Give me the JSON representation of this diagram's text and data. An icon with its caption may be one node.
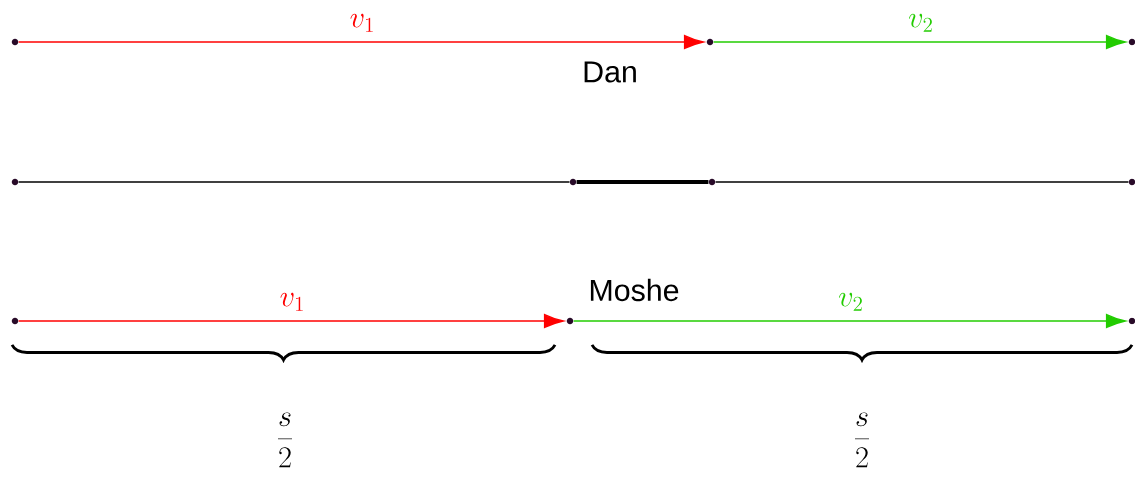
{
  "diagram": {
    "nodes": [
      {
        "text": [],
        "shape": "circle"
      },
      {
        "text": [],
        "shape": "circle"
      },
      {
        "text": [],
        "shape": "circle"
      },
      {
        "text": [],
        "shape": "circle"
      },
      {
        "text": [],
        "shape": "circle"
      },
      {
        "text": [],
        "shape": "circle"
      },
      {
        "text": [],
        "shape": "circle"
      },
      {
        "text": [],
        "shape": "circle"
      },
      {
        "text": [],
        "shape": "circle"
      },
      {
        "text": [],
        "shape": "circle"
      }
    ],
    "edges": [
      {
        "from": 0,
        "to": 1,
        "arrow": "to",
        "label": "v_1",
        "color": "#ff0000"
      },
      {
        "from": 1,
        "to": 2,
        "arrow": "to",
        "label": "v_2",
        "color": "#22cc00"
      },
      {
        "from": 3,
        "to": 4,
        "arrow": "none"
      },
      {
        "from": 4,
        "to": 5,
        "arrow": "none",
        "style": "thick"
      },
      {
        "from": 5,
        "to": 6,
        "arrow": "none"
      },
      {
        "from": 7,
        "to": 8,
        "arrow": "to",
        "label": "v_1",
        "color": "#ff0000"
      },
      {
        "from": 8,
        "to": 9,
        "arrow": "to",
        "label": "v_2",
        "color": "#22cc00"
      }
    ],
    "labels": [
      "Dan",
      "Moshe",
      "\\frac{s}{2}",
      "\\frac{s}{2}"
    ]
  }
}
